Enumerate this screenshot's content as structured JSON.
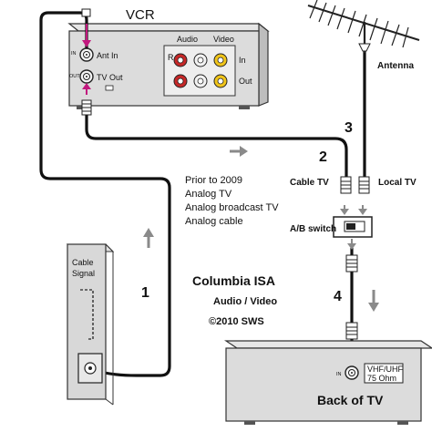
{
  "vcr": {
    "title": "VCR",
    "audio_label": "Audio",
    "video_label": "Video",
    "in_label": "In",
    "out_label": "Out",
    "ant_in_label": "Ant In",
    "tv_out_label": "TV Out",
    "in_tag": "IN",
    "out_tag": "OUT"
  },
  "antenna": {
    "label": "Antenna"
  },
  "switch": {
    "label": "A/B switch",
    "cable_tv_label": "Cable TV",
    "local_tv_label": "Local TV"
  },
  "wall": {
    "line1": "Cable",
    "line2": "Signal"
  },
  "notes": [
    "Prior to 2009",
    "Analog TV",
    "Analog broadcast TV",
    "Analog cable"
  ],
  "credits": {
    "title": "Columbia ISA",
    "subtitle": "Audio / Video",
    "copyright": "©2010 SWS"
  },
  "tv": {
    "label": "Back of TV",
    "vhf_uhf": "VHF/UHF",
    "ohm": "75 Ohm",
    "in_tag": "IN"
  },
  "steps": [
    "1",
    "2",
    "3",
    "4"
  ],
  "colors": {
    "signal_arrow": "#c2187e",
    "cable": "#111111",
    "flow_arrow": "#8a8a8a",
    "device_fill": "#dcdcdc"
  }
}
